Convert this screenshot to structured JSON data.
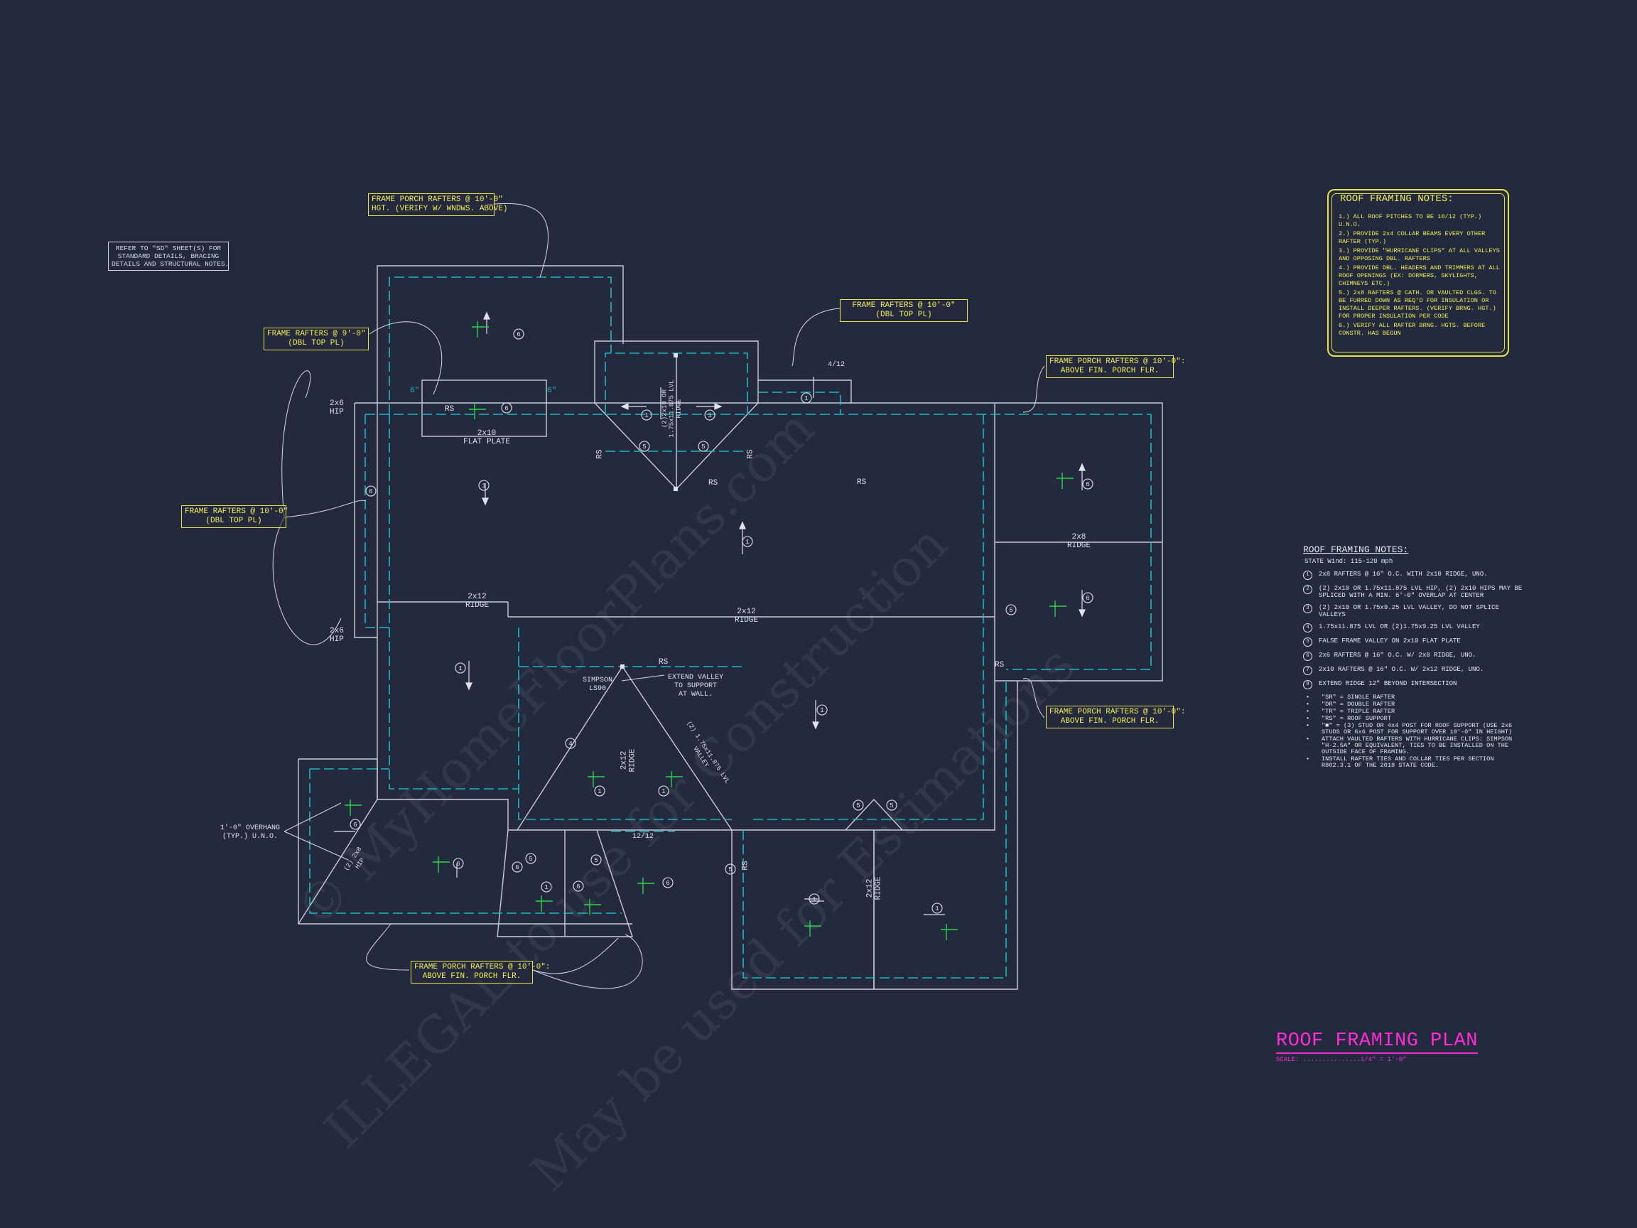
{
  "colors": {
    "background": "#242a3d",
    "wall_line": "#c9cdd8",
    "dashed_line": "#1fb5c4",
    "callout_yellow": "#f2ee54",
    "title_magenta": "#ff2bd6",
    "slope_green": "#2ed24a"
  },
  "watermark": {
    "line1": "© MyHomeFloorPlans.com",
    "line2": "ILLEGAL to use for Construction",
    "line3": "May be used for Estimations"
  },
  "reference_note": "REFER TO \"SD\" SHEET(S) FOR\nSTANDARD DETAILS, BRACING\nDETAILS AND STRUCTURAL NOTES.",
  "callouts": {
    "porch_top": "FRAME PORCH RAFTERS @ 10'-0\"\nHGT. (VERIFY W/ WNDWS. ABOVE)",
    "frame_9": "FRAME RAFTERS @ 9'-0\"\n(DBL TOP PL)",
    "frame_10_left": "FRAME RAFTERS @ 10'-0\"\n(DBL TOP PL)",
    "frame_10_top": "FRAME RAFTERS @ 10'-0\"\n(DBL TOP PL)",
    "porch_right_top": "FRAME PORCH RAFTERS @ 10'-0\":\nABOVE FIN. PORCH FLR.",
    "porch_right_bottom": "FRAME PORCH RAFTERS @ 10'-0\":\nABOVE FIN. PORCH FLR.",
    "porch_bottom": "FRAME PORCH RAFTERS @ 10'-0\":\nABOVE FIN. PORCH FLR."
  },
  "plan_labels": {
    "hip_top": "2x6\nHIP",
    "hip_bottom": "2x6\nHIP",
    "flat_plate": "2x10\nFLAT PLATE",
    "rs": "RS",
    "ridge_lvl": "(2)2x10 OR\n1.75x11.875 LVL\nRIDGE",
    "ridge_2x8": "2x8\nRIDGE",
    "ridge_2x12_left": "2x12\nRIDGE",
    "ridge_2x12_center": "2x12\nRIDGE",
    "ridge_2x12_vert": "2x12\nRIDGE",
    "ridge_2x12_bottom": "2x12\nRIDGE",
    "simpson": "SIMPSON\nLS90",
    "extend_valley": "EXTEND VALLEY\nTO SUPPORT\nAT WALL.",
    "lvl_valley": "(2) 1.75x11.875 LVL\nVALLEY",
    "hip_2x8": "(2) 2x8\nHIP",
    "overhang": "1'-0\" OVERHANG\n(TYP.) U.N.O.",
    "pitch_4_12": "4/12",
    "pitch_12_12": "12/12",
    "dim_6": "6\""
  },
  "framing_notes": {
    "title": "ROOF FRAMING NOTES:",
    "items": [
      "1.) ALL ROOF PITCHES TO BE 10/12 (TYP.) U.N.O.",
      "2.) PROVIDE 2x4 COLLAR BEAMS EVERY OTHER RAFTER (TYP.)",
      "3.) PROVIDE \"HURRICANE CLIPS\" AT ALL VALLEYS AND OPPOSING DBL. RAFTERS",
      "4.) PROVIDE DBL. HEADERS AND TRIMMERS AT ALL ROOF OPENINGS (EX: DORMERS, SKYLIGHTS, CHIMNEYS ETC.)",
      "5.) 2x8 RAFTERS @ CATH. OR VAULTED CLGS. TO BE FURRED DOWN AS REQ'D FOR INSULATION OR INSTALL DEEPER RAFTERS. (VERIFY BRNG. HGT.) FOR PROPER INSULATION PER CODE",
      "6.) VERIFY ALL RAFTER BRNG. HGTS. BEFORE CONSTR. HAS BEGUN"
    ]
  },
  "legend": {
    "title": "ROOF FRAMING NOTES:",
    "subtitle": "STATE Wind: 115-120 mph",
    "items": [
      {
        "num": "1",
        "text": "2x8 RAFTERS @ 16\" O.C. WITH 2x10 RIDGE, UNO."
      },
      {
        "num": "2",
        "text": "(2) 2x10 OR 1.75x11.875 LVL HIP, (2) 2x10 HIPS MAY BE SPLICED WITH A MIN. 6'-0\" OVERLAP AT CENTER"
      },
      {
        "num": "3",
        "text": "(2) 2x10 OR 1.75x9.25 LVL VALLEY, DO NOT SPLICE VALLEYS"
      },
      {
        "num": "4",
        "text": "1.75x11.875 LVL OR (2)1.75x9.25 LVL VALLEY"
      },
      {
        "num": "5",
        "text": "FALSE FRAME VALLEY ON 2x10 FLAT PLATE"
      },
      {
        "num": "6",
        "text": "2x6 RAFTERS @ 16\" O.C. W/ 2x8 RIDGE, UNO."
      },
      {
        "num": "7",
        "text": "2x10 RAFTERS @ 16\" O.C. W/ 2x12 RIDGE, UNO."
      },
      {
        "num": "8",
        "text": "EXTEND RIDGE 12\" BEYOND INTERSECTION"
      }
    ],
    "bullets": [
      "\"SR\" = SINGLE RAFTER",
      "\"DR\" = DOUBLE RAFTER",
      "\"TR\" = TRIPLE RAFTER",
      "\"RS\" = ROOF SUPPORT",
      "\"■\" = (3) STUD OR 4x4 POST FOR ROOF SUPPORT (USE 2x6 STUDS OR 6x6 POST FOR SUPPORT OVER 10'-0\" IN HEIGHT)",
      "ATTACH VAULTED RAFTERS WITH HURRICANE CLIPS: SIMPSON \"H-2.5A\" OR EQUIVALENT, TIES TO BE INSTALLED ON THE OUTSIDE FACE OF FRAMING.",
      "INSTALL RAFTER TIES AND COLLAR TIES PER SECTION R802.3.1 OF THE 2018 STATE CODE."
    ]
  },
  "title_block": {
    "title": "ROOF FRAMING PLAN",
    "scale": "SCALE: ...............1/4\" = 1'-0\""
  }
}
